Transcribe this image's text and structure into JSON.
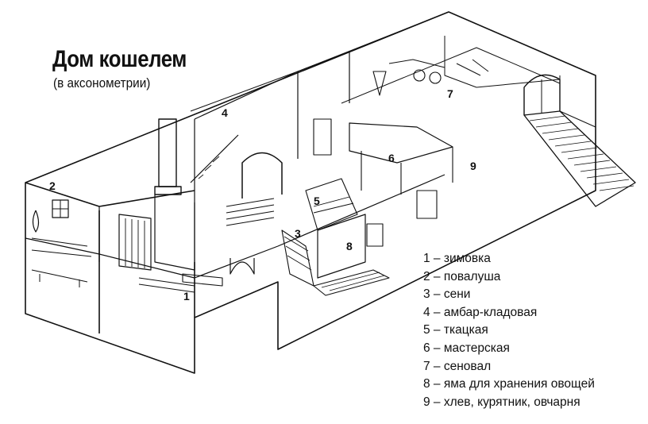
{
  "title": "Дом кошелем",
  "subtitle": "(в аксонометрии)",
  "room_numbers": [
    "1",
    "2",
    "3",
    "4",
    "5",
    "6",
    "7",
    "8",
    "9"
  ],
  "legend": [
    "1 – зимовка",
    "2 – повалуша",
    "3 – сени",
    "4 – амбар-кладовая",
    "5 – ткацкая",
    "6 – мастерская",
    "7 – сеновал",
    "8 – яма для хранения овощей",
    "9 – хлев, курятник, овчарня"
  ]
}
